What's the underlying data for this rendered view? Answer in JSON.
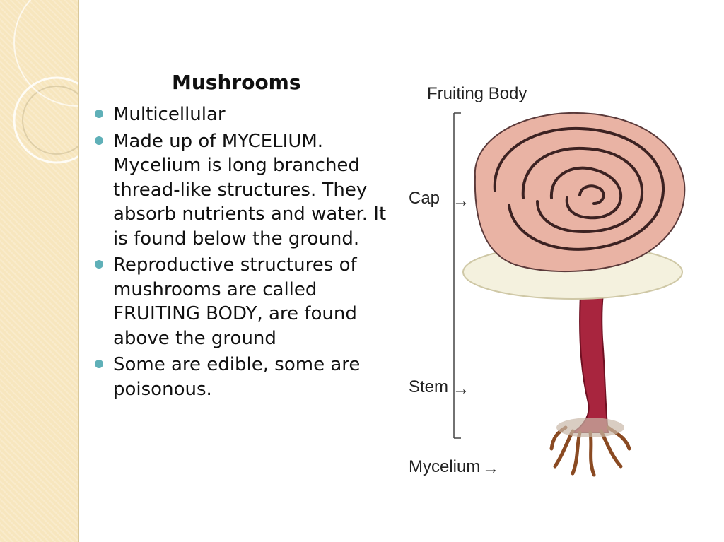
{
  "slide": {
    "title": "Mushrooms",
    "bullets": [
      {
        "text": "Multicellular"
      },
      {
        "text": "Made up of MYCELIUM. Mycelium is long branched thread-like structures. They absorb nutrients and water. It is found below the ground."
      },
      {
        "text": "Reproductive structures of mushrooms are called FRUITING BODY, are found above the ground"
      },
      {
        "text": "Some are edible, some are poisonous."
      }
    ]
  },
  "diagram": {
    "labels": {
      "fruiting_body": "Fruiting Body",
      "cap": "Cap",
      "stem": "Stem",
      "mycelium": "Mycelium"
    },
    "arrow_glyph": "→"
  },
  "colors": {
    "sidebar_bg": "#f7e6be",
    "bullet": "#5fb0b8",
    "cap": "#e9b3a4",
    "stem": "#a8253e",
    "mycelium": "#8a4a22"
  }
}
